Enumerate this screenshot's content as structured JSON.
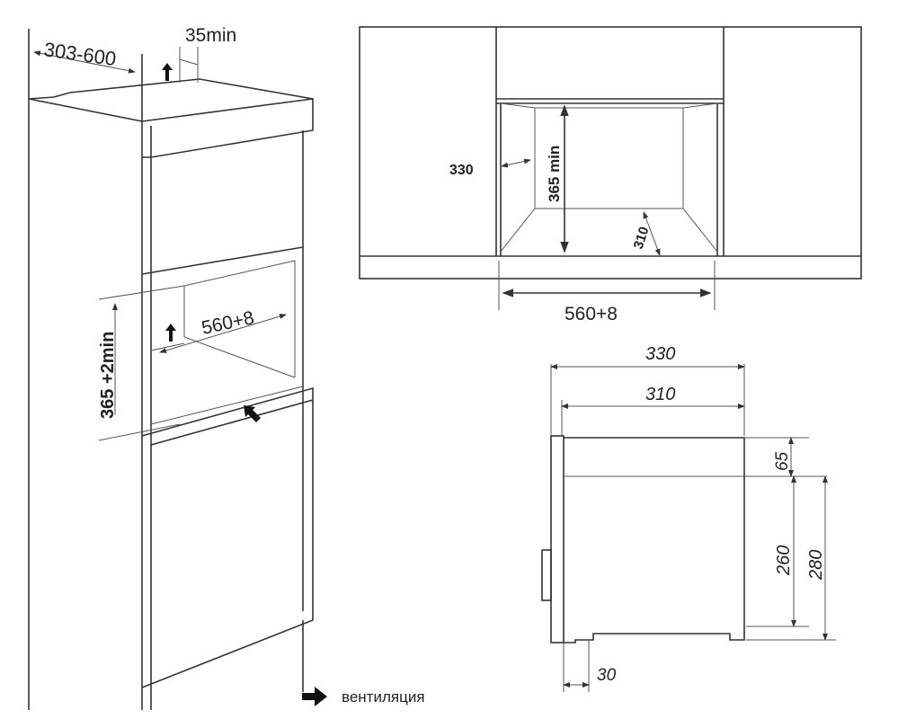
{
  "install_view": {
    "depth_label": "303-600",
    "vent_gap_label": "35min",
    "niche_height_label": "365 +2min",
    "niche_width_label": "560+8"
  },
  "front_view": {
    "depth_label": "330",
    "height_label": "365  min",
    "inner_depth_label": "310",
    "width_label": "560+8"
  },
  "side_view": {
    "overall_depth_label": "330",
    "body_depth_label": "310",
    "top_gap_label": "65",
    "body_height_label": "260",
    "overall_height_label": "280",
    "foot_label": "30"
  },
  "legend": {
    "icon": "arrow-right-icon",
    "label": "вентиляция"
  }
}
